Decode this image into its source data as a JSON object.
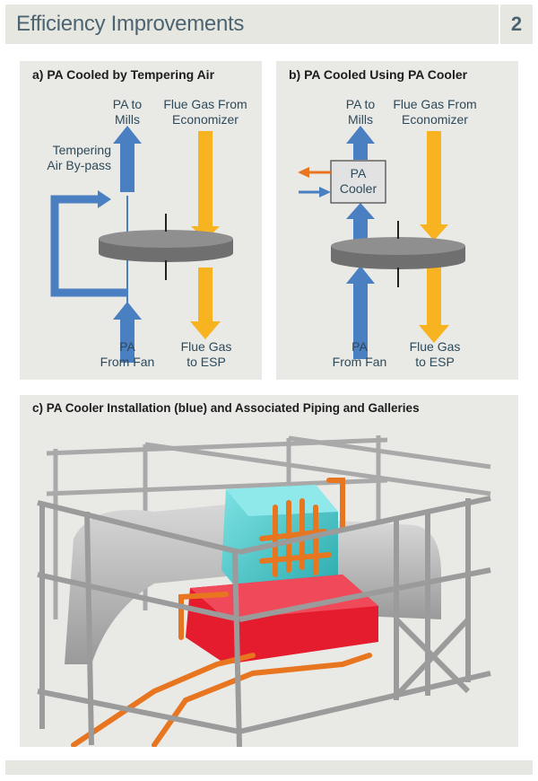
{
  "header": {
    "title": "Efficiency Improvements",
    "page_number": "2"
  },
  "panel_a": {
    "title": "a) PA Cooled by Tempering Air",
    "pa_to_mills": "PA to\nMills",
    "flue_from": "Flue Gas From\nEconomizer",
    "tempering": "Tempering\nAir By-pass",
    "pa_from_fan": "PA\nFrom Fan",
    "flue_to": "Flue Gas\nto ESP"
  },
  "panel_b": {
    "title": "b) PA Cooled Using PA Cooler",
    "pa_to_mills": "PA to\nMills",
    "flue_from": "Flue Gas From\nEconomizer",
    "cooler": "PA\nCooler",
    "pa_from_fan": "PA\nFrom Fan",
    "flue_to": "Flue Gas\nto ESP"
  },
  "panel_c": {
    "title": "c) PA Cooler Installation (blue) and Associated Piping and Galleries"
  },
  "colors": {
    "blue": "#4a7fc1",
    "yellow": "#f8b320",
    "orange": "#e8751f",
    "cyan": "#3fc1c3",
    "red": "#e51b2e",
    "grey": "#8a8a8a"
  }
}
